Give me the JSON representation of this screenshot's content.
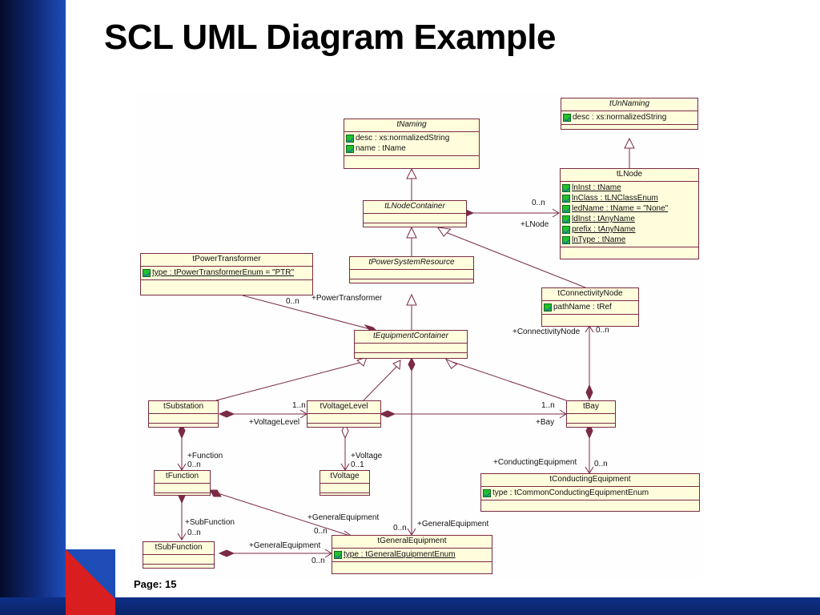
{
  "slide": {
    "title": "SCL UML Diagram Example",
    "page": "Page: 15"
  },
  "colors": {
    "class_fill": "#fffddc",
    "class_border": "#7a2b45",
    "edge": "#7a2b45",
    "attr_icon": "#22c02c",
    "band_blue": "#0f2a78",
    "wedge_red": "#e02020"
  },
  "classes": {
    "tNaming": {
      "name": "tNaming",
      "abstract": true,
      "attrs": [
        "desc : xs:normalizedString",
        "name : tName"
      ]
    },
    "tUnNaming": {
      "name": "tUnNaming",
      "abstract": true,
      "attrs": [
        "desc : xs:normalizedString"
      ]
    },
    "tLNode": {
      "name": "tLNode",
      "abstract": false,
      "attrs": [
        "lnInst : tName",
        "lnClass : tLNClassEnum",
        "ledName : tName = \"None\"",
        "ldInst : tAnyName",
        "prefix : tAnyName",
        "lnType : tName"
      ]
    },
    "tLNodeContainer": {
      "name": "tLNodeContainer",
      "abstract": true,
      "attrs": []
    },
    "tPowerSystemResource": {
      "name": "tPowerSystemResource",
      "abstract": true,
      "attrs": []
    },
    "tPowerTransformer": {
      "name": "tPowerTransformer",
      "abstract": false,
      "attrs": [
        "type : tPowerTransformerEnum = \"PTR\""
      ]
    },
    "tConnectivityNode": {
      "name": "tConnectivityNode",
      "abstract": false,
      "attrs": [
        "pathName : tRef"
      ]
    },
    "tEquipmentContainer": {
      "name": "tEquipmentContainer",
      "abstract": true,
      "attrs": []
    },
    "tSubstation": {
      "name": "tSubstation",
      "abstract": false,
      "attrs": []
    },
    "tVoltageLevel": {
      "name": "tVoltageLevel",
      "abstract": false,
      "attrs": []
    },
    "tBay": {
      "name": "tBay",
      "abstract": false,
      "attrs": []
    },
    "tFunction": {
      "name": "tFunction",
      "abstract": false,
      "attrs": []
    },
    "tVoltage": {
      "name": "tVoltage",
      "abstract": false,
      "attrs": []
    },
    "tConductingEquipment": {
      "name": "tConductingEquipment",
      "abstract": false,
      "attrs": [
        "type : tCommonConductingEquipmentEnum"
      ]
    },
    "tSubFunction": {
      "name": "tSubFunction",
      "abstract": false,
      "attrs": []
    },
    "tGeneralEquipment": {
      "name": "tGeneralEquipment",
      "abstract": false,
      "attrs": [
        "type : tGeneralEquipmentEnum"
      ]
    }
  },
  "labels": {
    "lnode_mult": "0..n",
    "lnode_role": "+LNode",
    "pt_mult": "0..n",
    "pt_role": "+PowerTransformer",
    "cn_role": "+ConnectivityNode",
    "cn_mult": "0..n",
    "vl_mult": "1..n",
    "vl_role": "+VoltageLevel",
    "bay_mult": "1..n",
    "bay_role": "+Bay",
    "func_role": "+Function",
    "func_mult": "0..n",
    "volt_role": "+Voltage",
    "volt_mult": "0..1",
    "ce_role": "+ConductingEquipment",
    "ce_mult": "0..n",
    "sf_role": "+SubFunction",
    "sf_mult": "0..n",
    "ge1_role": "+GeneralEquipment",
    "ge1_mult": "0..n",
    "ge2_role": "+GeneralEquipment",
    "ge2_mult": "0..n",
    "ge3_role": "+GeneralEquipment",
    "ge3_mult": "0..n"
  }
}
